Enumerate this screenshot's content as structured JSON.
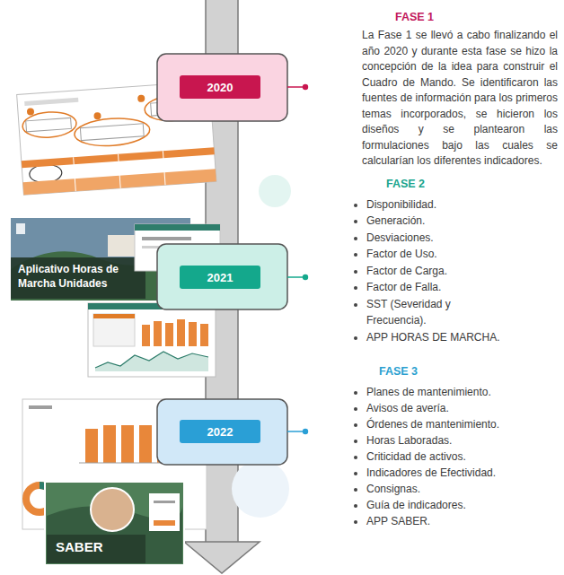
{
  "diagram": {
    "nodes": [
      {
        "text": [
          "2020"
        ]
      },
      {
        "text": [
          "2021"
        ]
      },
      {
        "text": [
          "2022"
        ]
      }
    ],
    "labels": [
      "FASE 1",
      "La Fase 1 se llevó a cabo finalizando el año 2020 y durante esta fase se hizo la concepción de la idea para construir el Cuadro de Mando. Se identificaron las fuentes de información para los primeros temas incorporados, se hicieron los diseños y se plantearon las formulaciones bajo las cuales se calcularían los diferentes indicadores.",
      "FASE 2",
      "Disponibilidad.",
      "Generación.",
      "Desviaciones.",
      "Factor de Uso.",
      "Factor de Carga.",
      "Factor de Falla.",
      "SST (Severidad y Frecuencia).",
      "APP HORAS DE MARCHA.",
      "FASE 3",
      "Planes de mantenimiento.",
      "Avisos de avería.",
      "Órdenes de mantenimiento.",
      "Horas Laboradas.",
      "Criticidad de activos.",
      "Indicadores de Efectividad.",
      "Consignas.",
      "Guía de indicadores.",
      "APP SABER.",
      "Aplicativo Horas de Marcha Unidades",
      "SABER"
    ]
  }
}
